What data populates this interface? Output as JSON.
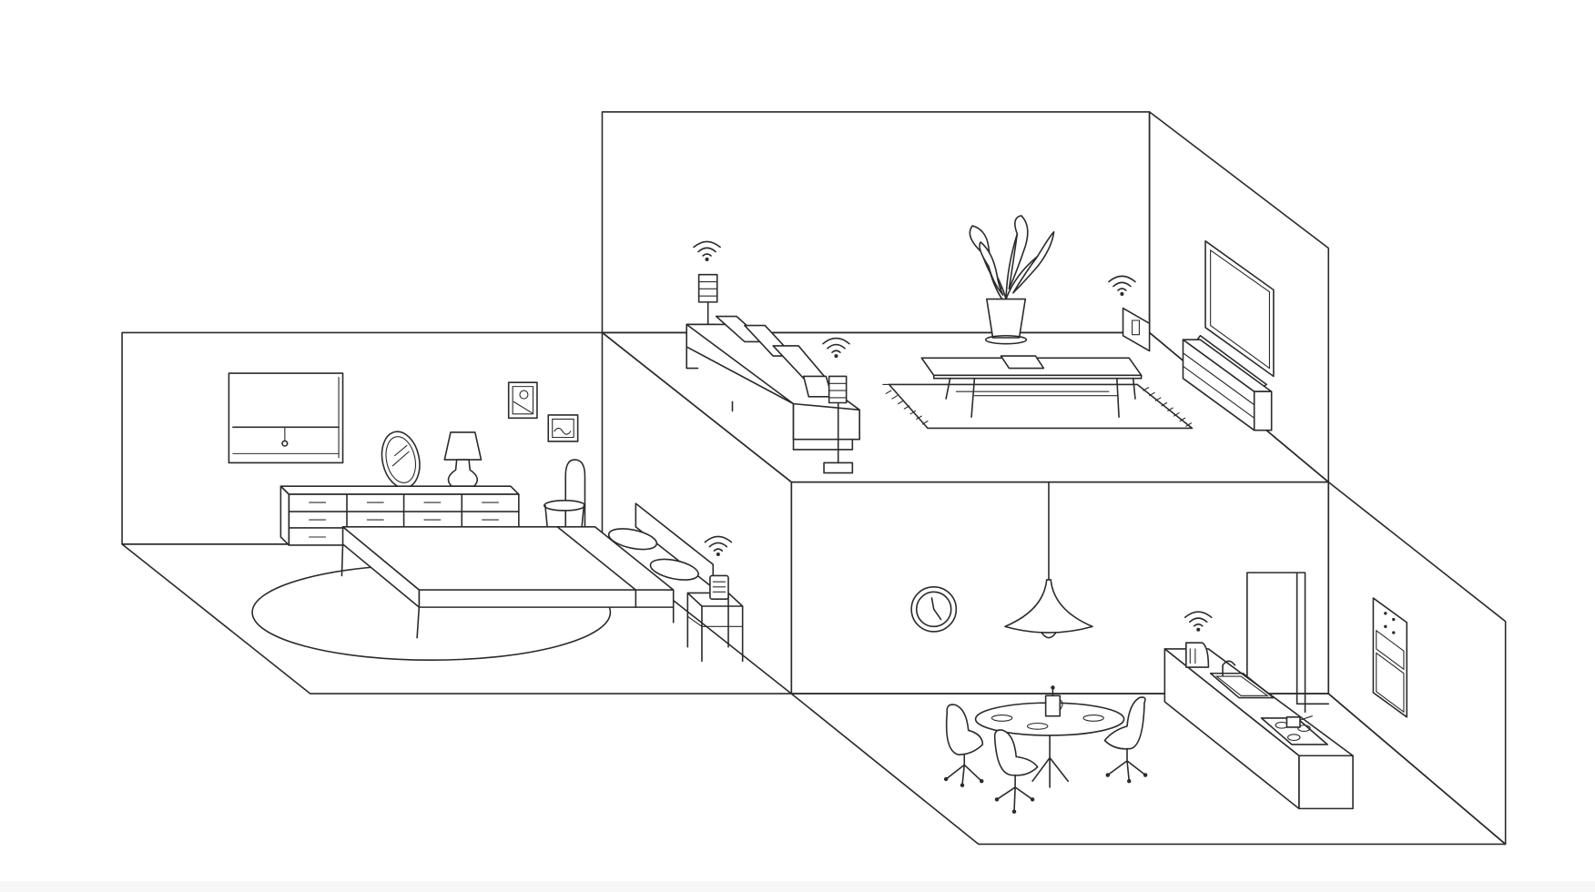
{
  "colors": {
    "line": "#2b2b2b",
    "background": "#ffffff"
  },
  "scene": {
    "rooms": [
      "bedroom",
      "living-room",
      "kitchen-dining"
    ],
    "icons": [
      "wifi-icon",
      "speaker-icon",
      "clock-icon",
      "plant-icon",
      "tv-icon",
      "lamp-icon"
    ]
  }
}
